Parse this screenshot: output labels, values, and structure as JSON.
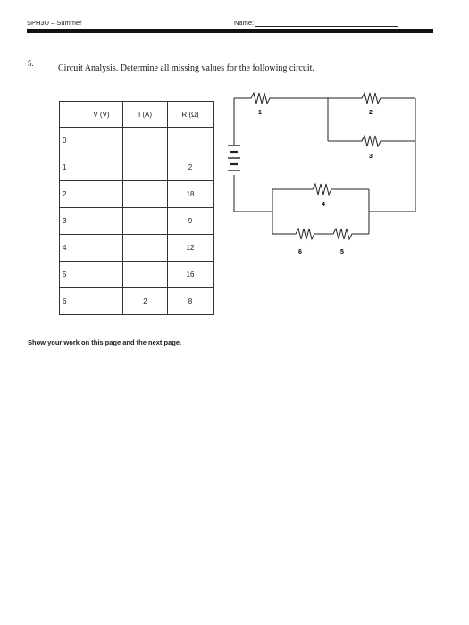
{
  "header": {
    "course": "SPH3U – Summer",
    "name_label": "Name:"
  },
  "question": {
    "number": "5.",
    "text": "Circuit Analysis.  Determine all missing values for the following circuit."
  },
  "table": {
    "columns": [
      "",
      "V (V)",
      "I (A)",
      "R (Ω)"
    ],
    "rows": [
      {
        "id": "0",
        "v": "",
        "i": "",
        "r": ""
      },
      {
        "id": "1",
        "v": "",
        "i": "",
        "r": "2"
      },
      {
        "id": "2",
        "v": "",
        "i": "",
        "r": "18"
      },
      {
        "id": "3",
        "v": "",
        "i": "",
        "r": "9"
      },
      {
        "id": "4",
        "v": "",
        "i": "",
        "r": "12"
      },
      {
        "id": "5",
        "v": "",
        "i": "",
        "r": "16"
      },
      {
        "id": "6",
        "v": "",
        "i": "2",
        "r": "8"
      }
    ]
  },
  "circuit": {
    "resistor_labels": [
      "1",
      "2",
      "3",
      "4",
      "5",
      "6"
    ]
  },
  "footer": "Show your work on this page and the next page."
}
